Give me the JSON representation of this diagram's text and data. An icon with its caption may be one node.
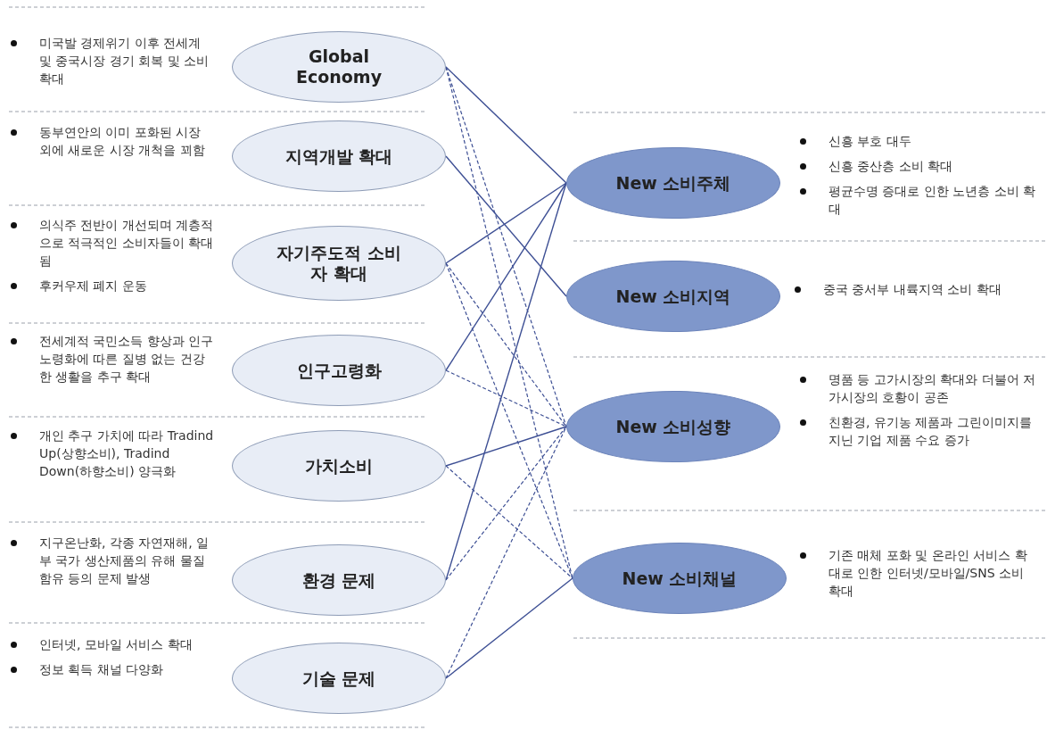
{
  "diagram": {
    "nodes": [
      {
        "text": [
          "Global Economy"
        ],
        "beside": [
          "미국발 경제위기 이후 전세계 및 중국시장 경기 회복 및 소비확대"
        ]
      },
      {
        "text": [
          "지역개발 확대"
        ],
        "beside": [
          "동부연안의 이미 포화된 시장 외에 새로운 시장 개척을 꾀함"
        ]
      },
      {
        "text": [
          "자기주도적 소비자 확대"
        ],
        "beside": [
          "의식주 전반이 개선되며 계층적으로 적극적인 소비자들이 확대됨",
          "후커우제 폐지 운동"
        ]
      },
      {
        "text": [
          "인구고령화"
        ],
        "beside": [
          "전세계적 국민소득 향상과 인구노령화에 따른 질병 없는 건강한 생활을 추구 확대"
        ]
      },
      {
        "text": [
          "가치소비"
        ],
        "beside": [
          "개인 추구 가치에 따라 Tradind Up(상향소비), Tradind Down(하향소비) 양극화"
        ]
      },
      {
        "text": [
          "환경 문제"
        ],
        "beside": [
          "지구온난화, 각종 자연재해, 일부 국가 생산제품의 유해 물질 함유 등의 문제 발생"
        ]
      },
      {
        "text": [
          "기술 문제"
        ],
        "beside": [
          "인터넷, 모바일 서비스 확대",
          "정보 획득 채널 다양화"
        ]
      },
      {
        "text": [
          "New 소비주체"
        ],
        "beside": [
          "신흥 부호 대두",
          "신흥 중산층 소비 확대",
          "평균수명 증대로 인한 노년층 소비 확대"
        ]
      },
      {
        "text": [
          "New 소비지역"
        ],
        "beside": [
          "중국 중서부 내륙지역 소비 확대"
        ]
      },
      {
        "text": [
          "New 소비성향"
        ],
        "beside": [
          "명품 등 고가시장의 확대와 더불어 저가시장의 호황이 공존",
          "친환경, 유기농 제품과 그린이미지를 지닌 기업 제품 수요 증가"
        ]
      },
      {
        "text": [
          "New 소비채널"
        ],
        "beside": [
          "기존 매체 포화 및 온라인 서비스 확대로 인한 인터넷/모바일/SNS 소비 확대"
        ]
      }
    ],
    "edges": [
      {
        "from": 0,
        "to": 7,
        "arrow": "none"
      },
      {
        "from": 0,
        "to": 9,
        "arrow": "none",
        "style": "dashed"
      },
      {
        "from": 0,
        "to": 10,
        "arrow": "none",
        "style": "dashed"
      },
      {
        "from": 1,
        "to": 8,
        "arrow": "none"
      },
      {
        "from": 2,
        "to": 7,
        "arrow": "none"
      },
      {
        "from": 2,
        "to": 9,
        "arrow": "none",
        "style": "dashed"
      },
      {
        "from": 2,
        "to": 10,
        "arrow": "none",
        "style": "dashed"
      },
      {
        "from": 3,
        "to": 7,
        "arrow": "none"
      },
      {
        "from": 3,
        "to": 9,
        "arrow": "none",
        "style": "dashed"
      },
      {
        "from": 4,
        "to": 9,
        "arrow": "none"
      },
      {
        "from": 4,
        "to": 10,
        "arrow": "none",
        "style": "dashed"
      },
      {
        "from": 5,
        "to": 7,
        "arrow": "none"
      },
      {
        "from": 5,
        "to": 9,
        "arrow": "none",
        "style": "dashed"
      },
      {
        "from": 6,
        "to": 10,
        "arrow": "none"
      },
      {
        "from": 6,
        "to": 9,
        "arrow": "none",
        "style": "dashed"
      }
    ]
  }
}
